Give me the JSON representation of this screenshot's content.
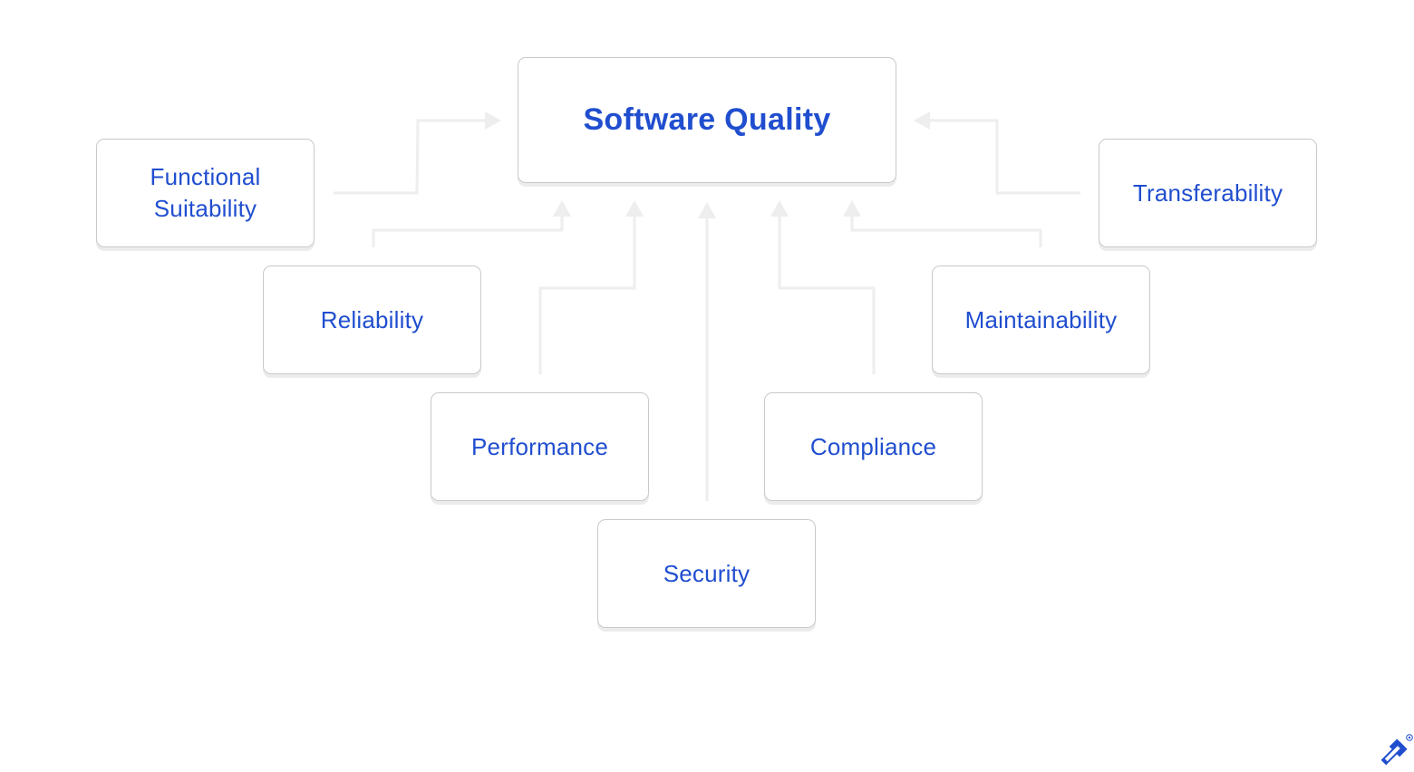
{
  "diagram": {
    "root": "Software Quality",
    "attributes": {
      "functional_suitability": "Functional\nSuitability",
      "transferability": "Transferability",
      "reliability": "Reliability",
      "maintainability": "Maintainability",
      "performance": "Performance",
      "compliance": "Compliance",
      "security": "Security"
    }
  },
  "colors": {
    "text_accent": "#204ecf",
    "box_border": "#c9c9c9",
    "connector": "#eeeeee"
  },
  "logo": {
    "icon": "toptal-logo-icon"
  }
}
